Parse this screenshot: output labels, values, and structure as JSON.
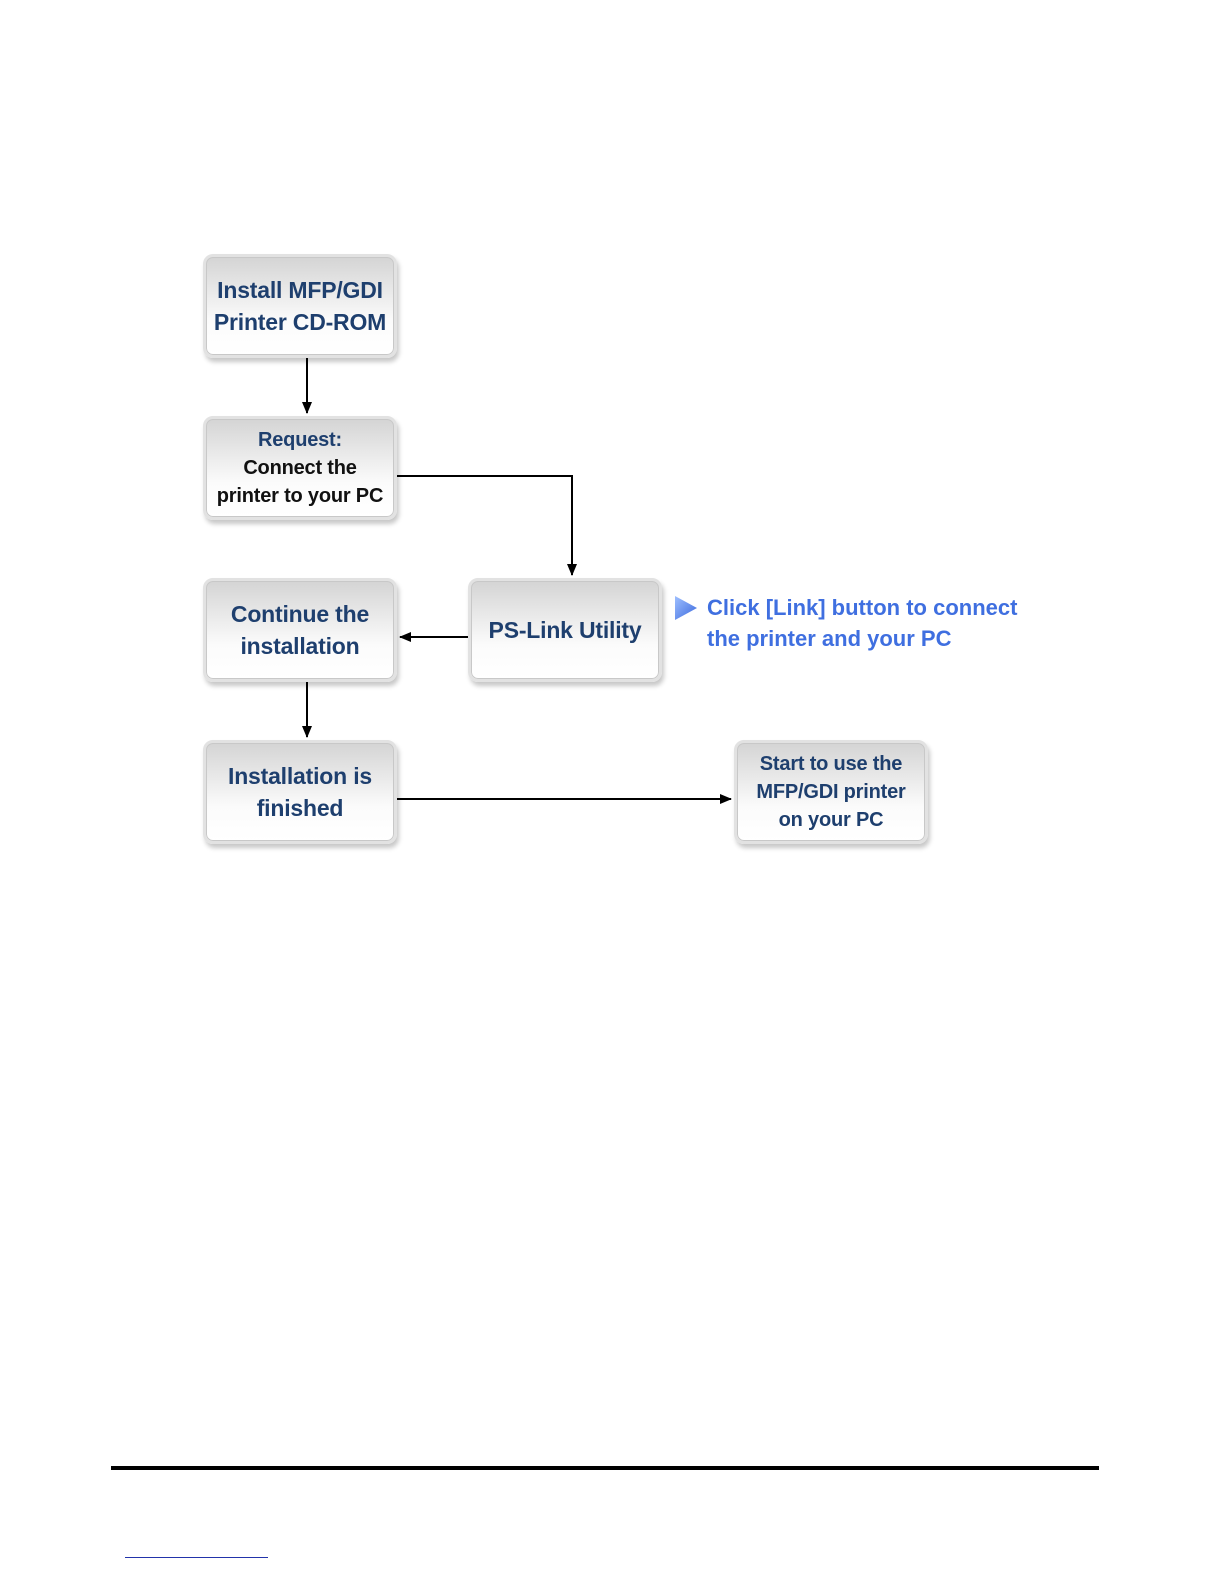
{
  "colors": {
    "node_text": "#1e3f6e",
    "node_text_dark": "#111111",
    "tip_text": "#3f6fe0",
    "connector": "#000000"
  },
  "nodes": {
    "install_cd": {
      "lines": [
        "Install MFP/GDI",
        "Printer CD-ROM"
      ]
    },
    "request": {
      "heading": "Request:",
      "lines": [
        "Connect the",
        "printer to your PC"
      ]
    },
    "continue": {
      "lines": [
        "Continue the",
        "installation"
      ]
    },
    "pslink": {
      "lines": [
        "PS-Link Utility"
      ]
    },
    "finished": {
      "lines": [
        "Installation is",
        "finished"
      ]
    },
    "start": {
      "lines": [
        "Start to use the",
        "MFP/GDI printer",
        "on your PC"
      ]
    }
  },
  "tip": {
    "icon": "play-triangle-icon",
    "lines": [
      "Click [Link] button to connect",
      "the printer and your PC"
    ]
  },
  "connectors": [
    {
      "from": "install_cd",
      "to": "request"
    },
    {
      "from": "request",
      "to": "pslink"
    },
    {
      "from": "pslink",
      "to": "continue"
    },
    {
      "from": "continue",
      "to": "finished"
    },
    {
      "from": "finished",
      "to": "start"
    }
  ]
}
